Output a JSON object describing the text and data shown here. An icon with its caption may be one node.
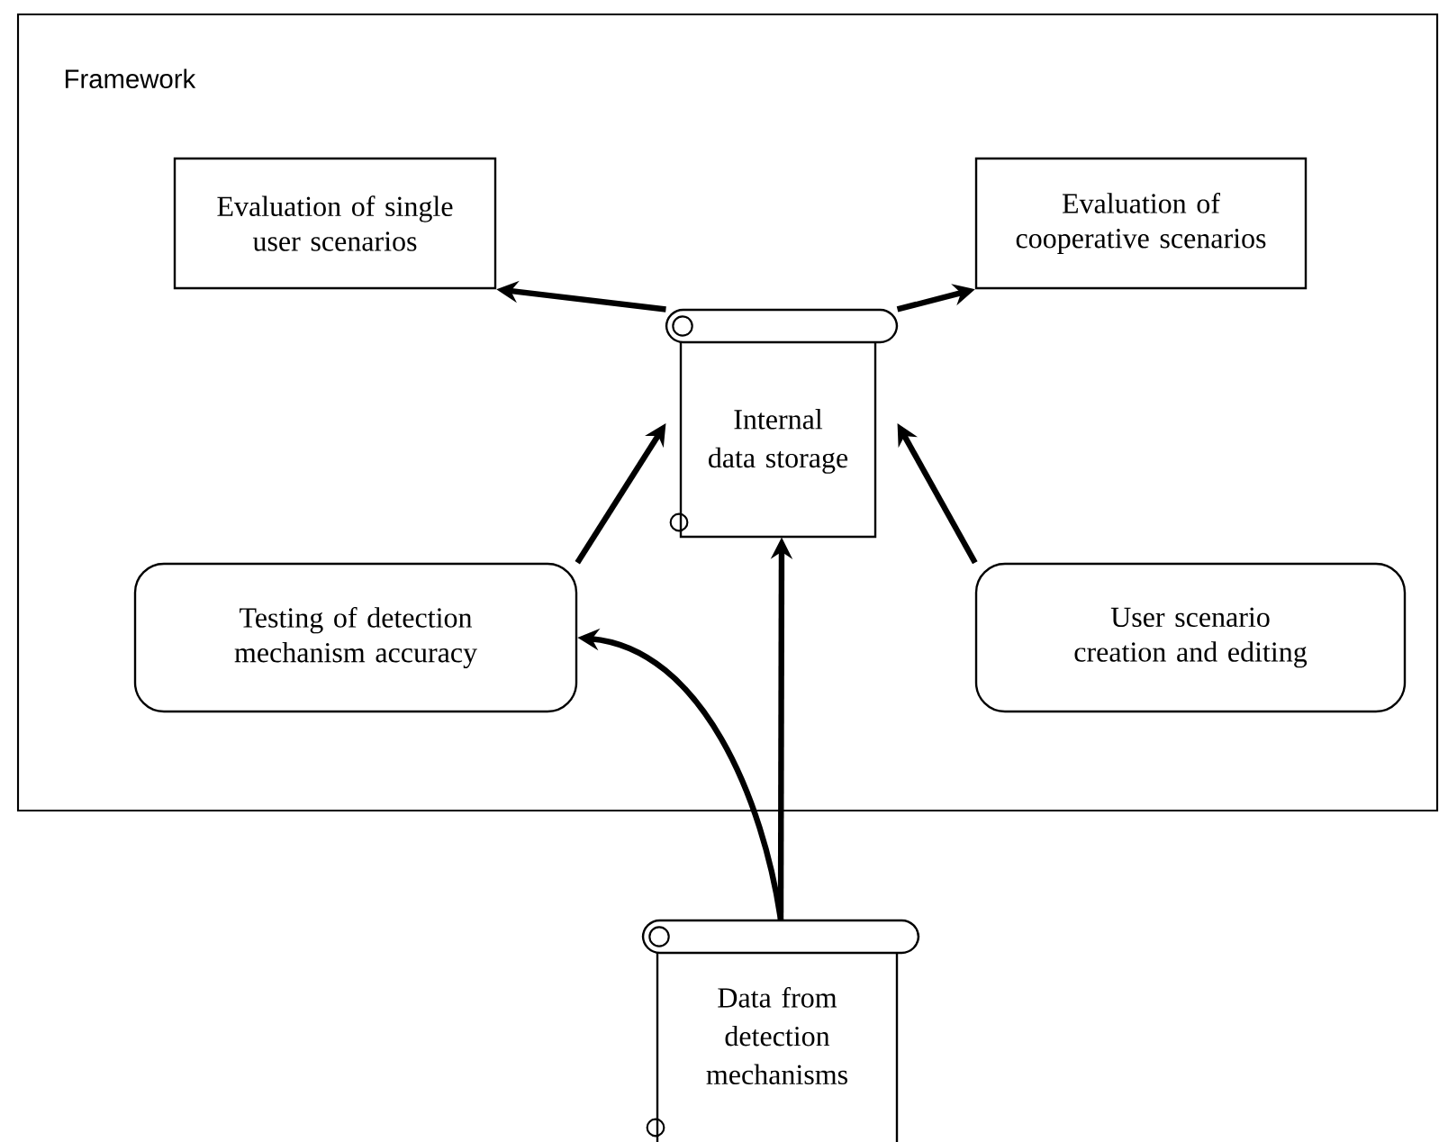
{
  "diagram": {
    "nodes": [
      {
        "text": [
          "Framework"
        ]
      },
      {
        "text": [
          "Evaluation of single user scenarios"
        ],
        "in": 0
      },
      {
        "text": [
          "Evaluation of cooperative scenarios"
        ],
        "in": 0
      },
      {
        "text": [
          "Internal data storage"
        ],
        "in": 0
      },
      {
        "text": [
          "Testing of detection mechanism accuracy"
        ],
        "in": 0
      },
      {
        "text": [
          "User scenario creation and editing"
        ],
        "in": 0
      },
      {
        "text": [
          "Data from detection mechanisms"
        ]
      }
    ],
    "edges": [
      {
        "from": 3,
        "to": 1,
        "arrow": "to"
      },
      {
        "from": 3,
        "to": 2,
        "arrow": "to"
      },
      {
        "from": 4,
        "to": 3,
        "arrow": "to"
      },
      {
        "from": 5,
        "to": 3,
        "arrow": "to"
      },
      {
        "from": 6,
        "to": 3,
        "arrow": "to"
      },
      {
        "from": 6,
        "to": 4,
        "arrow": "to"
      }
    ]
  }
}
